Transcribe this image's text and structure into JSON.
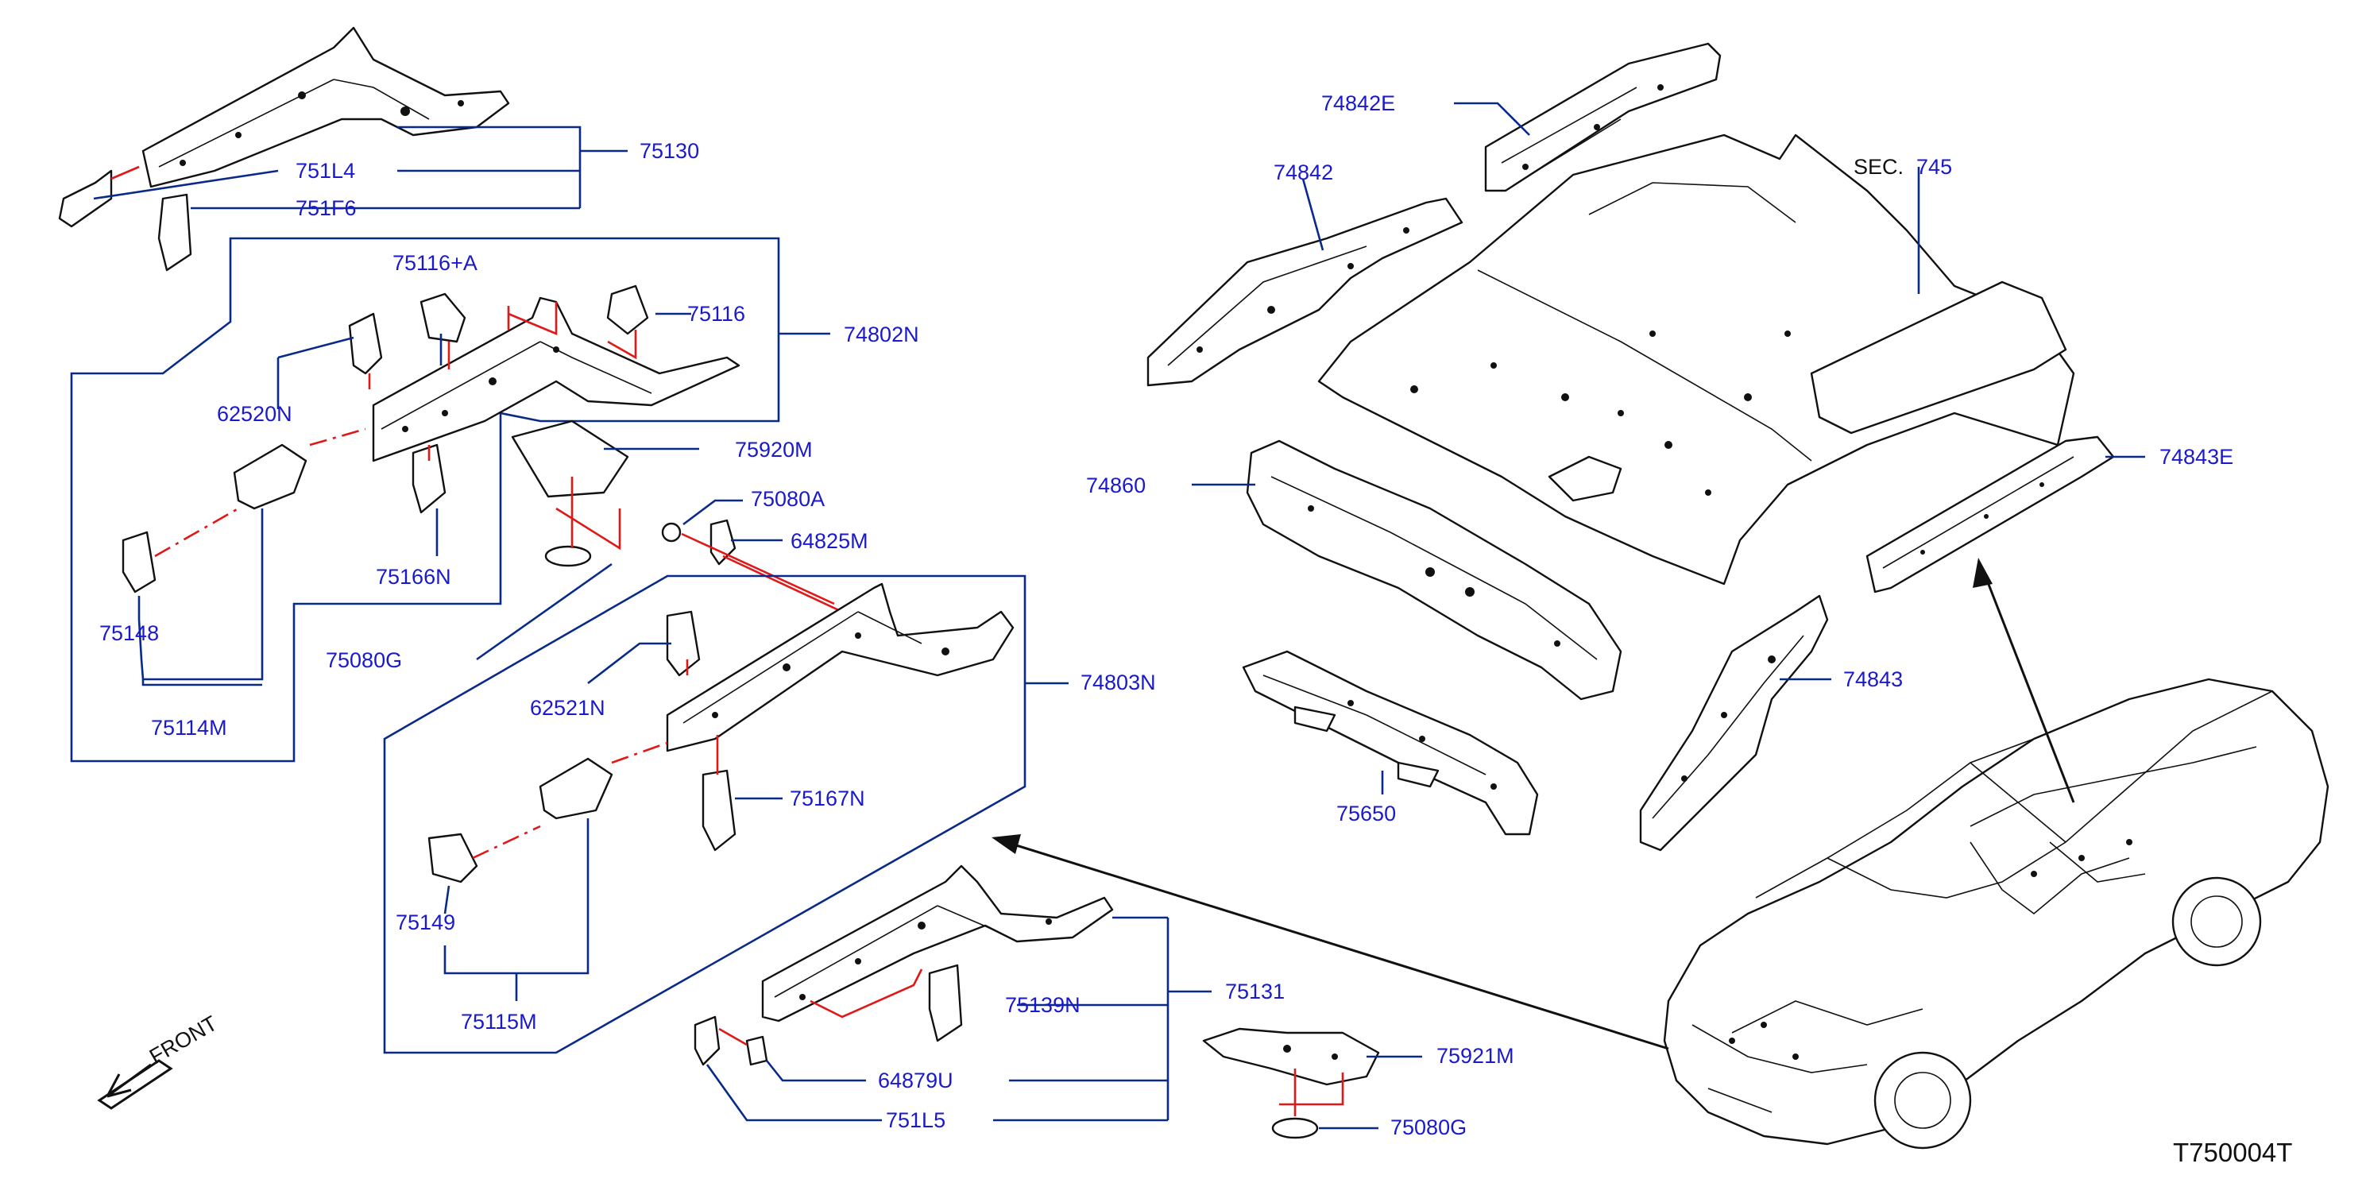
{
  "section": {
    "prefix": "SEC.",
    "number": "745"
  },
  "diagram_code": "T750004T",
  "front_label": "FRONT",
  "callouts": {
    "p75130": "75130",
    "p751L4": "751L4",
    "p751F6": "751F6",
    "p75116A": "75116+A",
    "p75116": "75116",
    "p74802N": "74802N",
    "p62520N": "62520N",
    "p75920M": "75920M",
    "p75080A": "75080A",
    "p64825M": "64825M",
    "p75166N": "75166N",
    "p75148": "75148",
    "p75080G_a": "75080G",
    "p74803N": "74803N",
    "p62521N": "62521N",
    "p75114M": "75114M",
    "p75167N": "75167N",
    "p75149": "75149",
    "p75115M": "75115M",
    "p75131": "75131",
    "p75139N": "75139N",
    "p64879U": "64879U",
    "p751L5": "751L5",
    "p75921M": "75921M",
    "p75080G_b": "75080G",
    "p74842E": "74842E",
    "p74842": "74842",
    "p74860": "74860",
    "p74843E": "74843E",
    "p74843": "74843",
    "p75650": "75650"
  },
  "colors": {
    "label": "#1a1acc",
    "leader": "#0a2a8a",
    "mating_line": "#e01818",
    "outline": "#111111"
  }
}
